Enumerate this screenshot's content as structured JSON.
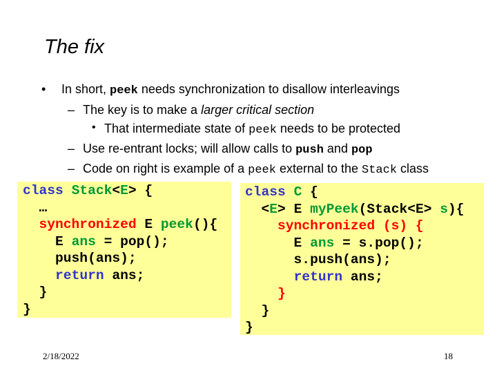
{
  "title": "The fix",
  "bullets": {
    "b1": {
      "pre": "In short, ",
      "code": "peek",
      "post": " needs synchronization to disallow interleavings"
    },
    "b2": {
      "pre": "The key is to make a ",
      "em": "larger critical section"
    },
    "b3": {
      "pre": "That intermediate state of ",
      "code": "peek",
      "post": " needs to be protected"
    },
    "b4": {
      "pre": "Use re-entrant locks; will allow calls to ",
      "code1": "push",
      "mid": " and ",
      "code2": "pop"
    },
    "b5": {
      "pre": "Code on right is example of a ",
      "code1": "peek",
      "mid": " external to the ",
      "code2": "Stack",
      "post": " class"
    },
    "markers": {
      "dot": "•",
      "dash": "–"
    }
  },
  "colors": {
    "blue": "#3333cc",
    "green": "#009933",
    "red": "#ff0000",
    "black": "#000000",
    "box": "#ffff99"
  },
  "code_left": [
    [
      [
        "class ",
        "blue"
      ],
      [
        "Stack",
        "green"
      ],
      [
        "<",
        "black"
      ],
      [
        "E",
        "green"
      ],
      [
        "> {",
        "black"
      ]
    ],
    [
      [
        "  …",
        "black"
      ]
    ],
    [
      [
        "  synchronized ",
        "red"
      ],
      [
        "E ",
        "black"
      ],
      [
        "peek",
        "green"
      ],
      [
        "(){",
        "black"
      ]
    ],
    [
      [
        "    E ",
        "black"
      ],
      [
        "ans",
        "green"
      ],
      [
        " = pop();",
        "black"
      ]
    ],
    [
      [
        "    push(ans);",
        "black"
      ]
    ],
    [
      [
        "    ",
        "black"
      ],
      [
        "return",
        "blue"
      ],
      [
        " ans;",
        "black"
      ]
    ],
    [
      [
        "  }",
        "black"
      ]
    ],
    [
      [
        "}",
        "black"
      ]
    ]
  ],
  "code_right": [
    [
      [
        "class ",
        "blue"
      ],
      [
        "C",
        "green"
      ],
      [
        " {",
        "black"
      ]
    ],
    [
      [
        "  <",
        "black"
      ],
      [
        "E",
        "green"
      ],
      [
        "> E ",
        "black"
      ],
      [
        "myPeek",
        "green"
      ],
      [
        "(Stack<E> ",
        "black"
      ],
      [
        "s",
        "green"
      ],
      [
        "){",
        "black"
      ]
    ],
    [
      [
        "    synchronized (s) {",
        "red"
      ]
    ],
    [
      [
        "      E ",
        "black"
      ],
      [
        "ans",
        "green"
      ],
      [
        " = s.pop();",
        "black"
      ]
    ],
    [
      [
        "      s.push(ans);",
        "black"
      ]
    ],
    [
      [
        "      ",
        "black"
      ],
      [
        "return",
        "blue"
      ],
      [
        " ans;",
        "black"
      ]
    ],
    [
      [
        "    }",
        "red"
      ]
    ],
    [
      [
        "  }",
        "black"
      ]
    ],
    [
      [
        "}",
        "black"
      ]
    ]
  ],
  "footer": {
    "date": "2/18/2022",
    "page": "18"
  }
}
